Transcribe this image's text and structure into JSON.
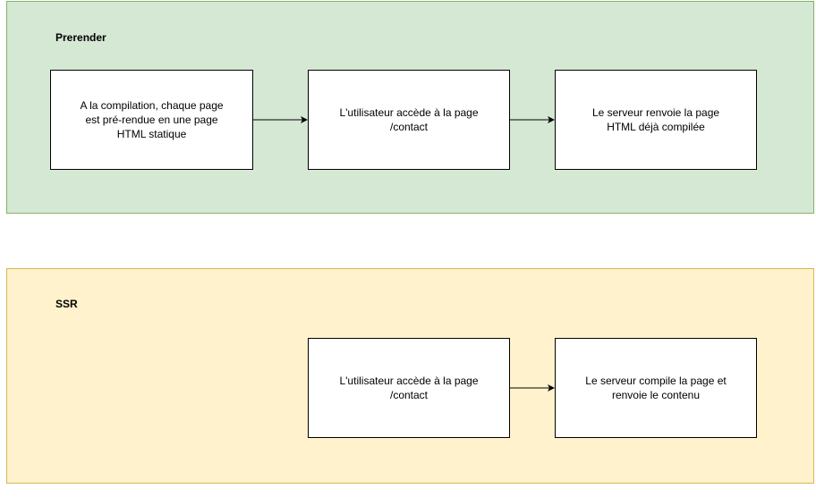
{
  "lanes": {
    "prerender": {
      "title": "Prerender",
      "step1": "A la compilation, chaque page\nest pré-rendue en une page\nHTML statique",
      "step2": "L'utilisateur accède à la page\n/contact",
      "step3": "Le serveur renvoie la page\nHTML déjà compilée"
    },
    "ssr": {
      "title": "SSR",
      "step1": "L'utilisateur accède à la page\n/contact",
      "step2": "Le serveur compile la page et\nrenvoie le contenu"
    }
  },
  "colors": {
    "prerender_fill": "#d5e8d4",
    "prerender_border": "#82b366",
    "ssr_fill": "#fff2cc",
    "ssr_border": "#d6b656"
  }
}
